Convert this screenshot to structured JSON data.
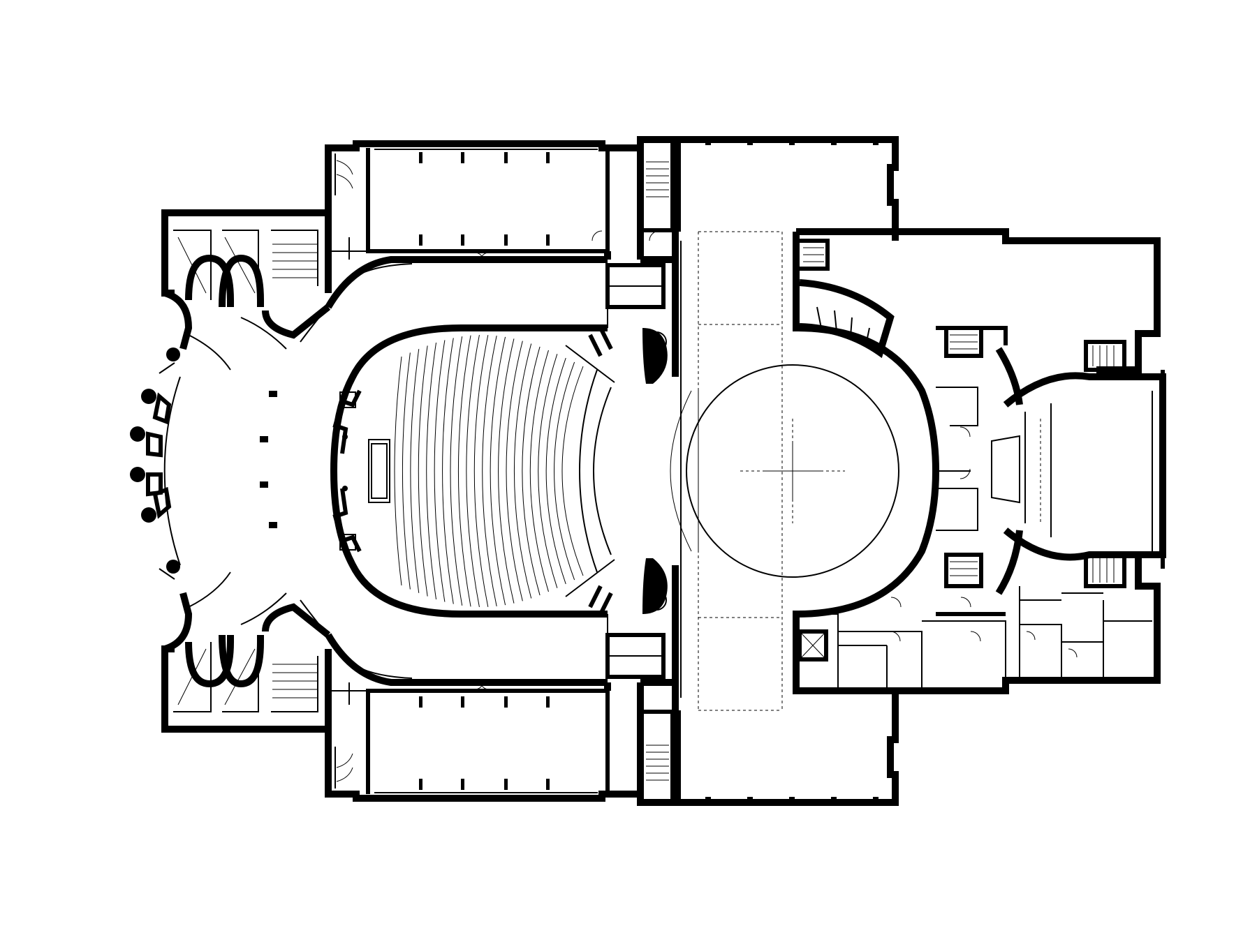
{
  "drawing": {
    "kind": "architectural floor plan",
    "colors": {
      "line": "#000000",
      "background": "#ffffff"
    },
    "zones": [
      "entrance-rotunda",
      "foyer-ring",
      "auditorium",
      "stage",
      "rear-stage",
      "north-wing",
      "south-wing",
      "backstage-rooms"
    ],
    "auditorium_rows": 22
  }
}
